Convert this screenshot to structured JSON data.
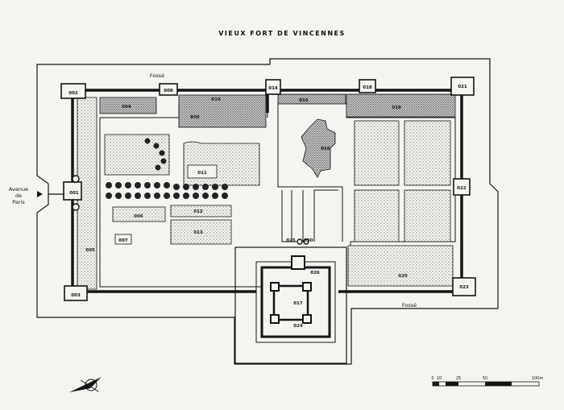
{
  "title": "VIEUX FORT DE VINCENNES",
  "labels": {
    "fosse_top": "Fossé",
    "fosse_bottom": "Fossé",
    "avenue_line1": "Avenue",
    "avenue_line2": "de",
    "avenue_line3": "Paris"
  },
  "codes": [
    "001",
    "002",
    "003",
    "004",
    "005",
    "006",
    "007",
    "008",
    "009",
    "010",
    "011",
    "012",
    "013",
    "014",
    "015",
    "016",
    "017",
    "018",
    "019",
    "020",
    "021",
    "022",
    "023",
    "024",
    "025",
    "026",
    "030"
  ],
  "scale": {
    "ticks": [
      "0",
      "10",
      "25",
      "50",
      "100m"
    ]
  },
  "colors": {
    "ink": "#141414",
    "paper": "#f4f4f1",
    "stipple": "#9a9a9a"
  }
}
